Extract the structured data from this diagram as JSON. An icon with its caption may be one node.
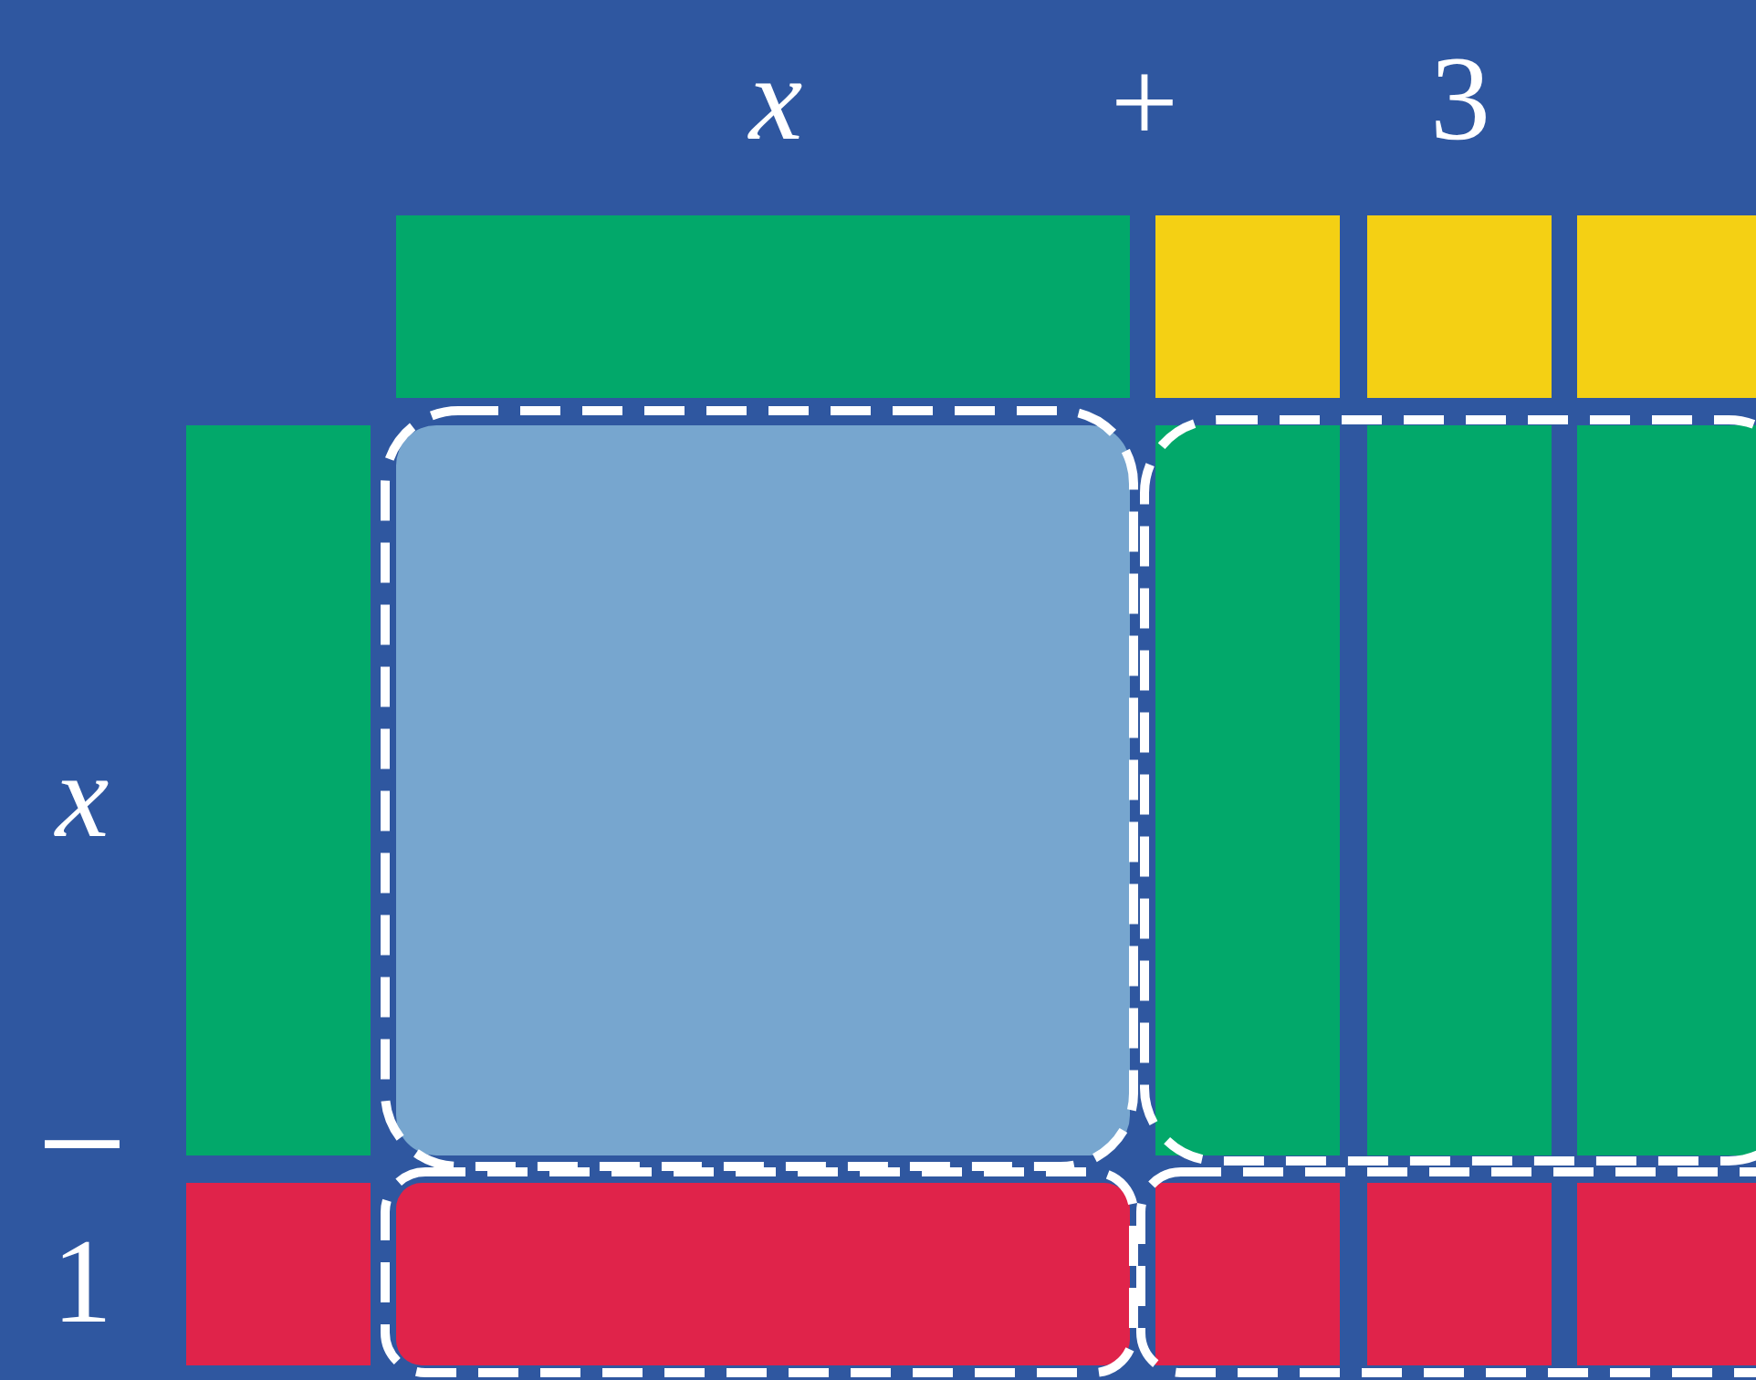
{
  "diagram": {
    "labels": [
      "x",
      "+",
      "3",
      "x",
      "−",
      "1"
    ]
  }
}
